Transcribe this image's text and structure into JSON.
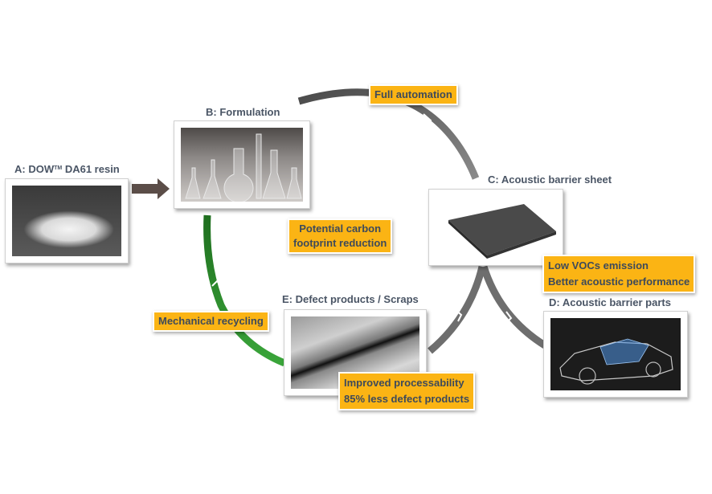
{
  "nodes": {
    "a": {
      "label_prefix": "A: DOW",
      "label_tm": "TM",
      "label_suffix": " DA61 resin",
      "image": "resin-pellets"
    },
    "b": {
      "label": "B: Formulation",
      "image": "lab-flasks"
    },
    "c": {
      "label": "C: Acoustic barrier sheet",
      "image": "barrier-sheet"
    },
    "d": {
      "label": "D: Acoustic barrier parts",
      "image": "car-xray"
    },
    "e": {
      "label": "E: Defect products / Scraps",
      "image": "scrap-micrograph"
    }
  },
  "callouts": {
    "full_automation": "Full automation",
    "carbon_line1": "Potential carbon",
    "carbon_line2": "footprint reduction",
    "vocs_line1": "Low VOCs emission",
    "vocs_line2": "Better acoustic performance",
    "recycling": "Mechanical  recycling",
    "process_line1": "Improved processability",
    "process_line2": "85%  less defect products"
  },
  "colors": {
    "callout_fill": "#fbb414",
    "label_text": "#4a5565",
    "arc_gray": "#6e6e6e",
    "arc_green": "#2e8b2e",
    "arrow_brown": "#5b4d48"
  }
}
